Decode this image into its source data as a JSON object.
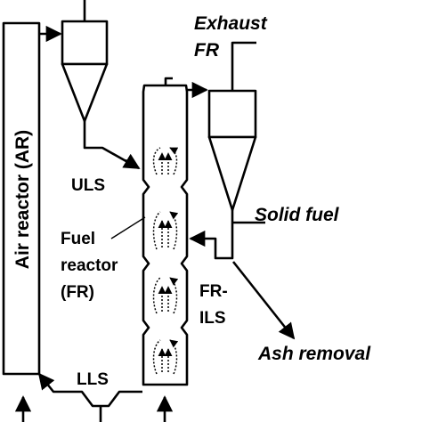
{
  "labels": {
    "air_reactor": "Air reactor (AR)",
    "exhaust_line1": "Exhaust",
    "exhaust_line2": "FR",
    "uls": "ULS",
    "solid_fuel": "Solid fuel",
    "fuel_reactor_line1": "Fuel",
    "fuel_reactor_line2": "reactor",
    "fuel_reactor_line3": "(FR)",
    "fr_ils_line1": "FR-",
    "fr_ils_line2": "ILS",
    "ash_removal": "Ash removal",
    "lls": "LLS"
  },
  "colors": {
    "line": "#000000",
    "background": "#ffffff"
  }
}
